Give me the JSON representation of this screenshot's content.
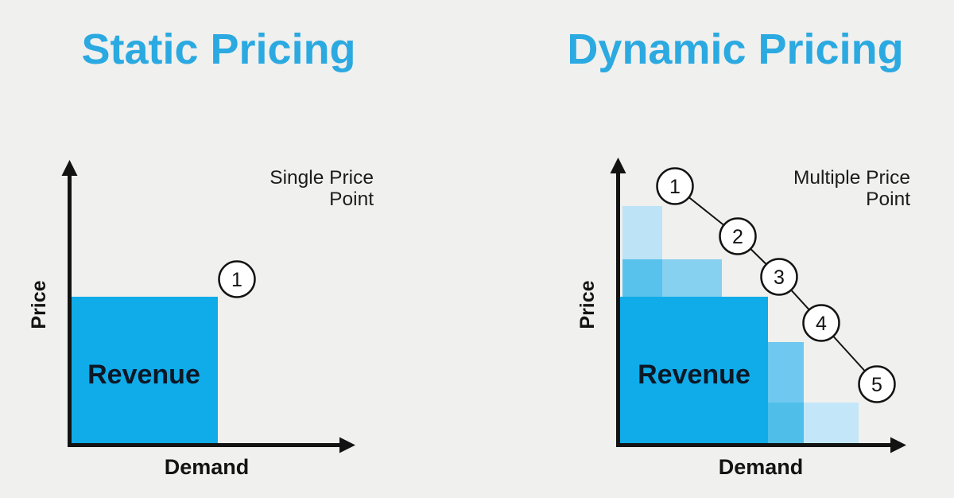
{
  "colors": {
    "background": "#F0F0EE",
    "title_blue": "#2BA9E1",
    "revenue_blue": "#10ACE9",
    "bar_light": "#BCE3F6",
    "bar_medium": "#86D0F0",
    "bar_overlap_dark": "#58C2EC",
    "bar_step4": "#6EC8EF",
    "bar_step45_overlap": "#4FBFEA",
    "bar_step5": "#C3E7F8",
    "ink": "#131313",
    "circle_fill": "#FFFFFF",
    "annotation_text": "#1C1C1C"
  },
  "left_panel": {
    "title": "Static Pricing",
    "annotation": {
      "line1": "Single Price",
      "line2": "Point"
    },
    "price_axis_label": "Price",
    "demand_axis_label": "Demand",
    "revenue_label": "Revenue",
    "price_points": [
      {
        "label": "1"
      }
    ]
  },
  "right_panel": {
    "title": "Dynamic Pricing",
    "annotation": {
      "line1": "Multiple Price",
      "line2": "Point"
    },
    "price_axis_label": "Price",
    "demand_axis_label": "Demand",
    "revenue_label": "Revenue",
    "price_points": [
      {
        "label": "1"
      },
      {
        "label": "2"
      },
      {
        "label": "3"
      },
      {
        "label": "4"
      },
      {
        "label": "5"
      }
    ]
  }
}
